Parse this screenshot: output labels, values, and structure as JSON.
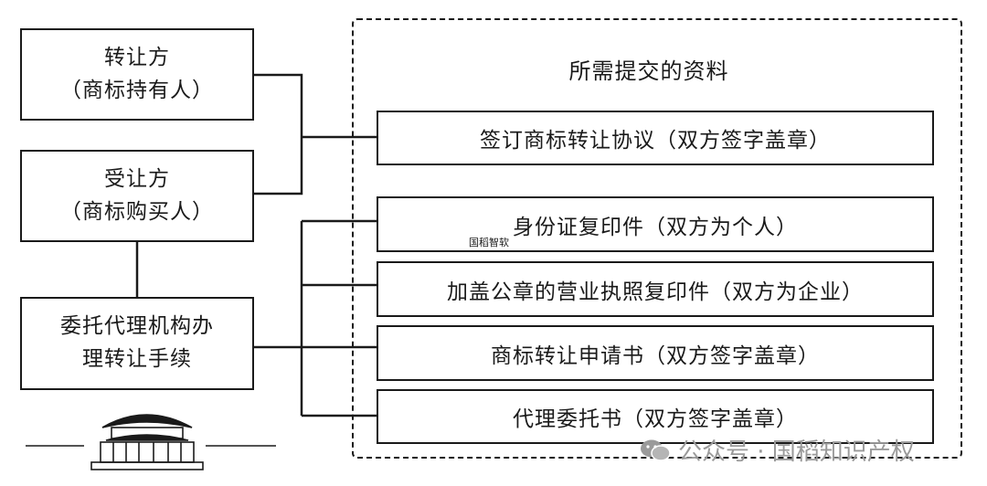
{
  "left_boxes": [
    {
      "line1": "转让方",
      "line2": "（商标持有人）"
    },
    {
      "line1": "受让方",
      "line2": "（商标购买人）"
    },
    {
      "line1": "委托代理机构办",
      "line2": "理转让手续"
    }
  ],
  "panel": {
    "title": "所需提交的资料",
    "items": [
      "签订商标转让协议（双方签字盖章）",
      "身份证复印件（双方为个人）",
      "加盖公章的营业执照复印件（双方为企业）",
      "商标转让申请书（双方签字盖章）",
      "代理委托书（双方签字盖章）"
    ]
  },
  "watermark": "国稻智软",
  "footer": {
    "icon": "wechat-icon",
    "text": "公众号 · 国稻知识产权"
  }
}
